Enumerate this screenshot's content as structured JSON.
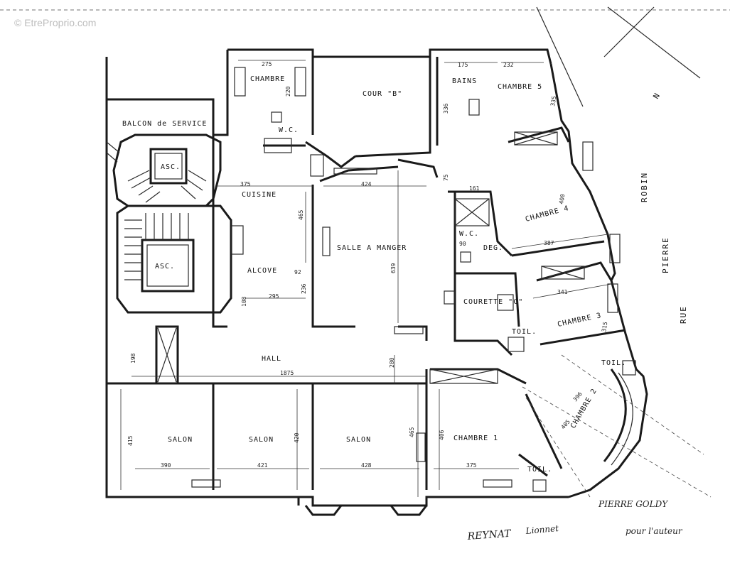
{
  "watermark": "© EtreProprio.com",
  "rooms": {
    "chambre_top": "CHAMBRE",
    "cour_b": "COUR \"B\"",
    "bains": "BAINS",
    "chambre_5": "CHAMBRE 5",
    "balcon_service": "BALCON de SERVICE",
    "asc_top": "ASC.",
    "asc_main": "ASC.",
    "cuisine": "CUISINE",
    "wc_top": "W.C.",
    "salle_a_manger": "SALLE A MANGER",
    "alcove": "ALCOVE",
    "chambre_4": "CHAMBRE 4",
    "wc_mid": "W.C.",
    "deg": "DEG.",
    "courette_c": "COURETTE \"C\"",
    "chambre_3": "CHAMBRE 3",
    "toil_1": "TOIL.",
    "hall": "HALL",
    "toil_2": "TOIL.",
    "chambre_2": "CHAMBRE 2",
    "salon_1": "SALON",
    "salon_2": "SALON",
    "salon_3": "SALON",
    "chambre_1": "CHAMBRE 1",
    "toil_3": "TOIL."
  },
  "dimensions": {
    "d275": "275",
    "d220": "220",
    "d175": "175",
    "d232": "232",
    "d336": "336",
    "d335": "335",
    "d375a": "375",
    "d424": "424",
    "d75": "75",
    "d161": "161",
    "d465a": "465",
    "d400": "400",
    "d90": "90",
    "d387": "387",
    "d92": "92",
    "d639": "639",
    "d108": "108",
    "d295": "295",
    "d236": "236",
    "d341": "341",
    "d315": "315",
    "d198": "198",
    "d1875": "1875",
    "d280": "280",
    "d396": "396",
    "d405": "405",
    "d415": "415",
    "d420": "420",
    "d465b": "465",
    "d406": "406",
    "d390": "390",
    "d421": "421",
    "d428": "428",
    "d375b": "375"
  },
  "streets": {
    "robin": "ROBIN",
    "pierre": "PIERRE",
    "rue": "RUE",
    "north": "N"
  },
  "signatures": {
    "architect": "PIERRE GOLDY",
    "owner_1": "REYNAT",
    "owner_2": "Lionnet",
    "owner_3": "pour l'auteur"
  }
}
